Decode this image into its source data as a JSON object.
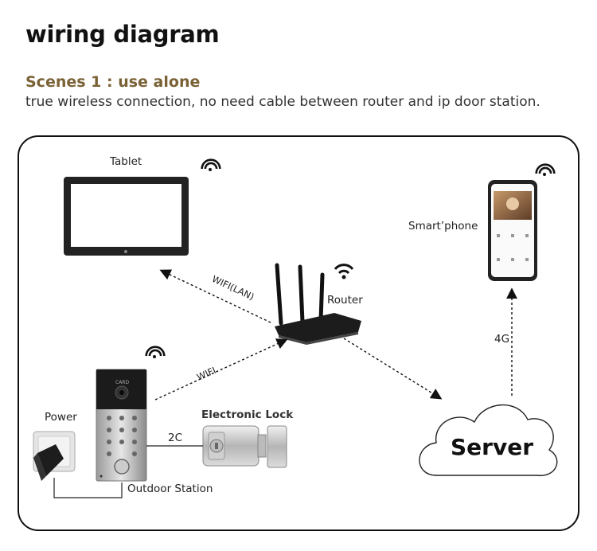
{
  "header": {
    "title": "wiring diagram",
    "scene_title": "Scenes 1 : use alone",
    "scene_desc": "true wireless connection, no need cable between router and ip door station."
  },
  "devices": {
    "tablet": "Tablet",
    "smartphone": "Smart’phone",
    "router": "Router",
    "server": "Server",
    "power": "Power",
    "outdoor_station": "Outdoor Station",
    "electronic_lock": "Electronic Lock",
    "door_station_card": "CARD"
  },
  "connections": {
    "wifi_lan": "WIFI(LAN)",
    "wifi": "WIFI",
    "four_g": "4G",
    "two_c": "2C"
  },
  "colors": {
    "accent": "#7a6236",
    "line": "#111111",
    "server_cloud": "#ffffff"
  }
}
